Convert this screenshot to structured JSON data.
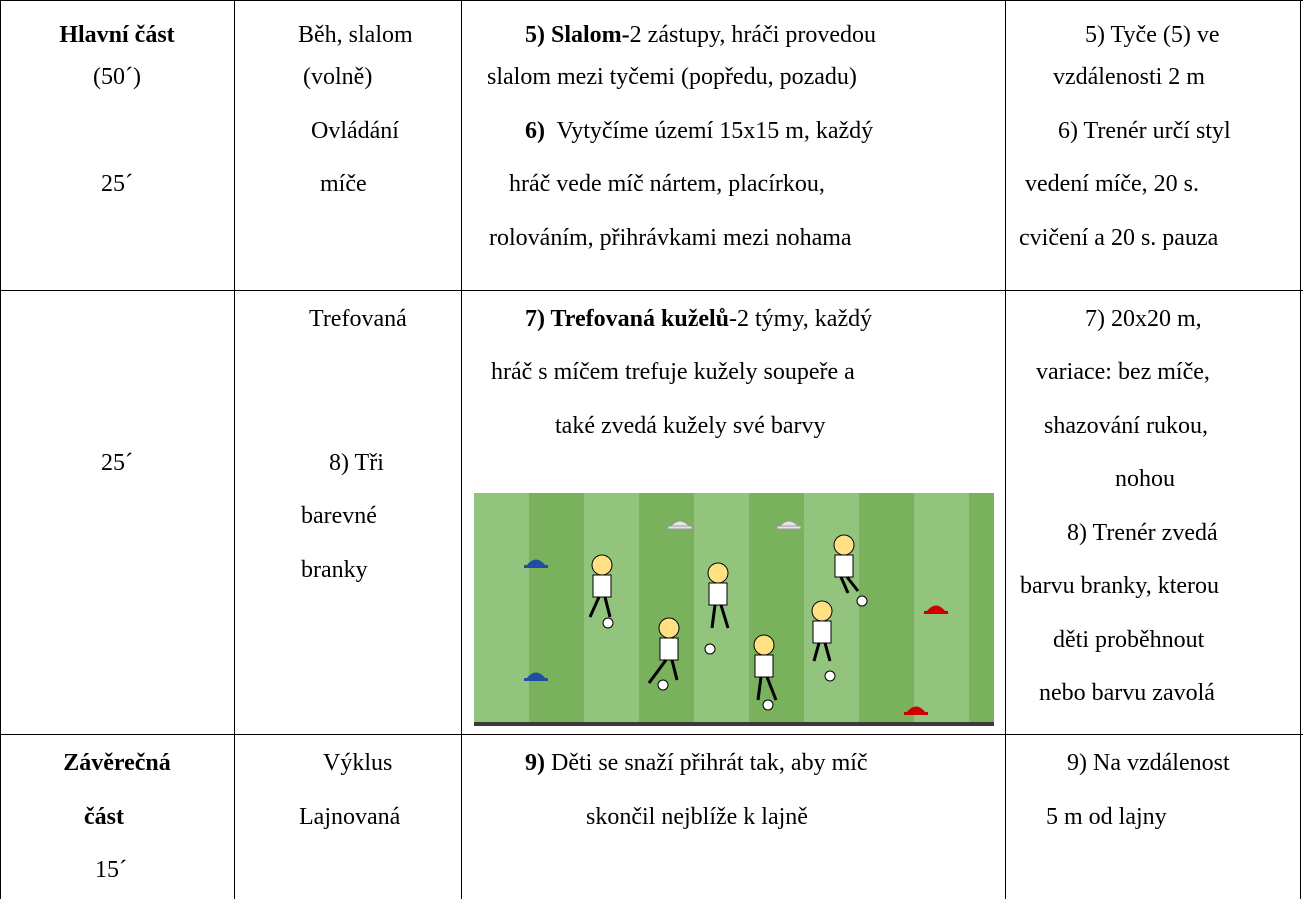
{
  "rows": [
    {
      "phase_lines": [
        "Hlavní část",
        "(50´)",
        "25´"
      ],
      "activity_lines": [
        "Běh, slalom",
        "(volně)",
        "Ovládání",
        "míče"
      ],
      "description": [
        {
          "bold": "5) Slalom-",
          "rest": "2 zástupy, hráči provedou"
        },
        {
          "bold": "",
          "rest": "slalom mezi tyčemi (popředu, pozadu)"
        },
        {
          "bold": "6)",
          "rest": "  Vytyčíme území 15x15 m, každý"
        },
        {
          "bold": "",
          "rest": "hráč vede míč nártem, placírkou,"
        },
        {
          "bold": "",
          "rest": "rolováním, přihrávkami mezi nohama"
        }
      ],
      "notes_lines": [
        "5) Tyče (5) ve",
        "vzdálenosti 2 m",
        "6) Trenér určí styl",
        "vedení míče, 20 s.",
        "cvičení a 20 s. pauza"
      ]
    },
    {
      "phase_lines": [
        "25´"
      ],
      "activity_lines": [
        "Trefovaná",
        "8) Tři",
        "barevné",
        "branky"
      ],
      "description": [
        {
          "bold": "7) Trefovaná kuželů",
          "rest": "-2 týmy, každý"
        },
        {
          "bold": "",
          "rest": "hráč s míčem trefuje kužely soupeře a"
        },
        {
          "bold": "",
          "rest": "také zvedá kužely své barvy"
        }
      ],
      "notes_lines": [
        "7) 20x20 m,",
        "variace: bez míče,",
        "shazování rukou,",
        "nohou",
        "8) Trenér zvedá",
        "barvu branky, kterou",
        "děti proběhnout",
        "nebo barvu zavolá"
      ]
    },
    {
      "phase_lines": [
        "Závěrečná",
        "část",
        "15´"
      ],
      "activity_lines": [
        "Výklus",
        "Lajnovaná"
      ],
      "description": [
        {
          "bold": "9)",
          "rest": " Děti se snaží přihrát tak, aby míč"
        },
        {
          "bold": "",
          "rest": "skončil nejblíže k lajně"
        }
      ],
      "notes_lines": [
        "9) Na vzdálenost",
        "5 m od lajny"
      ]
    }
  ],
  "colors": {
    "grass_light": "#93c47d",
    "grass_dark": "#6aa84f",
    "cone_blue": "#1f4fa3",
    "cone_red": "#cc0000",
    "cone_white": "#e6e6e6"
  }
}
